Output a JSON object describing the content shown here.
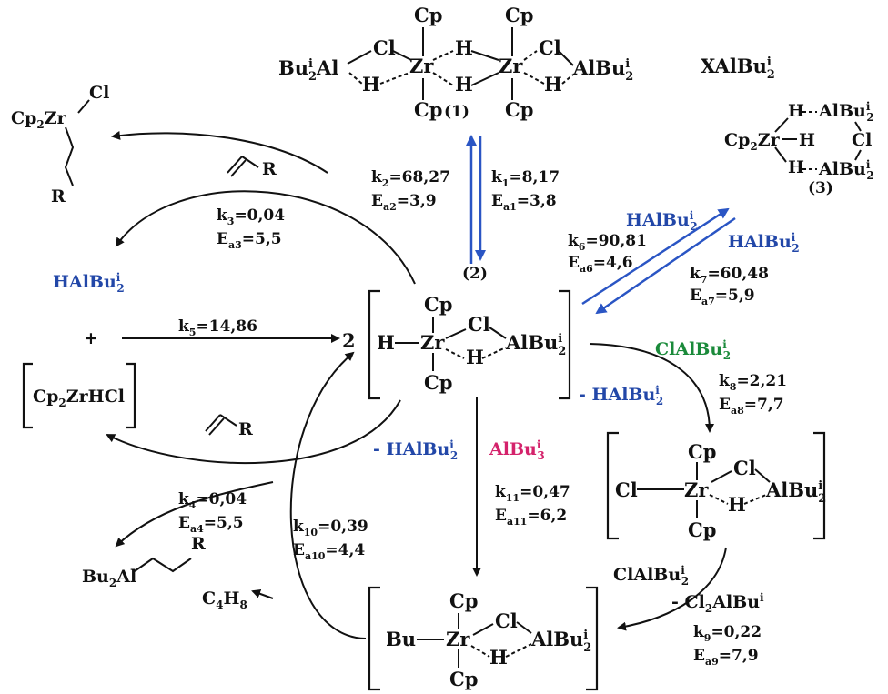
{
  "species": {
    "s1": {
      "cp_ul": "Cp",
      "cp_ur": "Cp",
      "cp_ll": "Cp",
      "cp_lr": "Cp",
      "left_al": "Bu",
      "left_al_sub": "i",
      "left_al_sub2": "2",
      "left_al_tail": "Al",
      "cl_l": "Cl",
      "h_l": "H",
      "zr_l": "Zr",
      "h_mt": "H",
      "h_mb": "H",
      "zr_r": "Zr",
      "cl_r": "Cl",
      "h_r": "H",
      "right_al": "AlBu",
      "right_al_sub": "i",
      "right_al_sub2": "2",
      "label": "(1)"
    },
    "xal": {
      "text": "XAlBu",
      "sub": "i",
      "sub2": "2"
    },
    "s3": {
      "h_top": "H",
      "al_top": "AlBu",
      "al_top_sub": "i",
      "al_top_sub2": "2",
      "cp2zr": "Cp",
      "cp2zr_sub": "2",
      "cp2zr_tail": "Zr",
      "h_mid": "H",
      "cl": "Cl",
      "h_bot": "H",
      "al_bot": "AlBu",
      "al_bot_sub": "i",
      "al_bot_sub2": "2",
      "label": "(3)"
    },
    "s2": {
      "coef": "2",
      "h": "H",
      "zr": "Zr",
      "cp_top": "Cp",
      "cp_bot": "Cp",
      "cl": "Cl",
      "h2": "H",
      "al": "AlBu",
      "al_sub": "i",
      "al_sub2": "2",
      "label": "(2)"
    },
    "s4": {
      "cl_left": "Cl",
      "zr": "Zr",
      "cp_top": "Cp",
      "cp_bot": "Cp",
      "cl": "Cl",
      "h": "H",
      "al": "AlBu",
      "al_sub": "i",
      "al_sub2": "2"
    },
    "s5": {
      "bu": "Bu",
      "zr": "Zr",
      "cp_top": "Cp",
      "cp_bot": "Cp",
      "cl": "Cl",
      "h": "H",
      "al": "AlBu",
      "al_sub": "i",
      "al_sub2": "2"
    },
    "cp2zrcl": {
      "cp": "Cp",
      "cp_sub": "2",
      "zr": "Zr",
      "cl": "Cl",
      "r": "R"
    },
    "cp2zrhcl": {
      "text": "Cp",
      "sub": "2",
      "tail": "ZrHCl"
    },
    "bu2al": {
      "text": "Bu",
      "sub": "2",
      "tail": "Al",
      "r": "R"
    },
    "c4h8": {
      "text": "C",
      "sub1": "4",
      "mid": "H",
      "sub2": "8"
    },
    "halbu_left": {
      "text": "HAlBu",
      "sub": "i",
      "sub2": "2"
    },
    "plus": "+",
    "olefin_top_r": "R",
    "olefin_mid_r": "R"
  },
  "rates": {
    "k2": "k",
    "k2_sub": "2",
    "k2_val": "=68,27",
    "ea2": "E",
    "ea2_sub": "a2",
    "ea2_val": "=3,9",
    "k1": "k",
    "k1_sub": "1",
    "k1_val": "=8,17",
    "ea1": "E",
    "ea1_sub": "a1",
    "ea1_val": "=3,8",
    "k3": "k",
    "k3_sub": "3",
    "k3_val": "=0,04",
    "ea3": "E",
    "ea3_sub": "a3",
    "ea3_val": "=5,5",
    "k5": "k",
    "k5_sub": "5",
    "k5_val": "=14,86",
    "k6": "k",
    "k6_sub": "6",
    "k6_val": "=90,81",
    "ea6": "E",
    "ea6_sub": "a6",
    "ea6_val": "=4,6",
    "k7": "k",
    "k7_sub": "7",
    "k7_val": "=60,48",
    "ea7": "E",
    "ea7_sub": "a7",
    "ea7_val": "=5,9",
    "k8": "k",
    "k8_sub": "8",
    "k8_val": "=2,21",
    "ea8": "E",
    "ea8_sub": "a8",
    "ea8_val": "=7,7",
    "k9": "k",
    "k9_sub": "9",
    "k9_val": "=0,22",
    "ea9": "E",
    "ea9_sub": "a9",
    "ea9_val": "=7,9",
    "k4": "k",
    "k4_sub": "4",
    "k4_val": "=0,04",
    "ea4": "E",
    "ea4_sub": "a4",
    "ea4_val": "=5,5",
    "k10": "k",
    "k10_sub": "10",
    "k10_val": "=0,39",
    "ea10": "E",
    "ea10_sub": "a10",
    "ea10_val": "=4,4",
    "k11": "k",
    "k11_sub": "11",
    "k11_val": "=0,47",
    "ea11": "E",
    "ea11_sub": "a11",
    "ea11_val": "=6,2"
  },
  "reagents": {
    "halbu_blue_1": {
      "text": "HAlBu",
      "sub": "i",
      "sub2": "2"
    },
    "halbu_blue_2": {
      "text": "HAlBu",
      "sub": "i",
      "sub2": "2"
    },
    "clalbu_green": {
      "text": "ClAlBu",
      "sub": "i",
      "sub2": "2"
    },
    "minus_halbu_right": {
      "text": "- HAlBu",
      "sub": "i",
      "sub2": "2"
    },
    "minus_halbu_center": {
      "text": "- HAlBu",
      "sub": "i",
      "sub2": "2"
    },
    "albu_pink": {
      "text": "AlBu",
      "sub": "i",
      "sub2": "3"
    },
    "clalbu_black": {
      "text": "ClAlBu",
      "sub": "i",
      "sub2": "2"
    },
    "minus_cl2albu": {
      "text": "- Cl",
      "sub": "2",
      "tail": "AlBu",
      "sub2": "i"
    }
  },
  "colors": {
    "blue": "#2247a8",
    "green": "#1a8a3a",
    "pink": "#d4226b",
    "arrow_blue": "#2a55c4"
  }
}
